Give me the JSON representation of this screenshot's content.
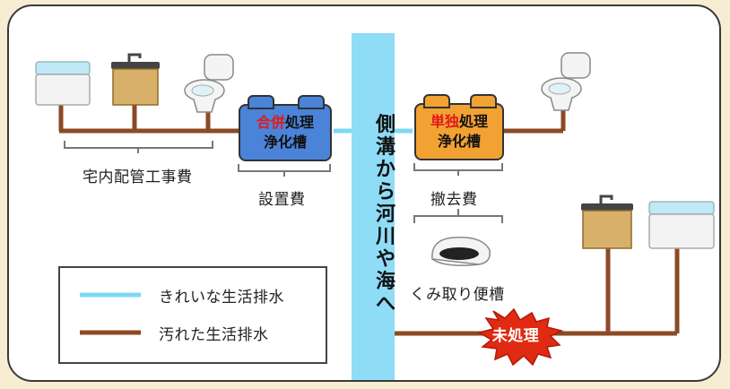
{
  "colors": {
    "clean": "#7fd8f4",
    "dirty": "#8b4a25",
    "river": "#8fdcf6",
    "burst": "#e02a12",
    "combined_tank": "#4b83d9",
    "single_tank": "#f2a233",
    "accent_text": "#e01a1a"
  },
  "left": {
    "tank_part1": "合併",
    "tank_part2": "処理",
    "tank_line2": "浄化槽",
    "piping_cost": "宅内配管工事費",
    "install_cost": "設置費"
  },
  "river": {
    "label": "側溝から河川や海へ"
  },
  "right": {
    "tank_part1": "単独",
    "tank_part2": "処理",
    "tank_line2": "浄化槽",
    "removal_cost": "撤去費",
    "pit_label": "くみ取り便槽",
    "untreated": "未処理"
  },
  "legend": {
    "clean": "きれいな生活排水",
    "dirty": "汚れた生活排水"
  },
  "icons": [
    "bathtub-icon",
    "kitchen-sink-icon",
    "western-toilet-icon",
    "squat-toilet-icon"
  ]
}
